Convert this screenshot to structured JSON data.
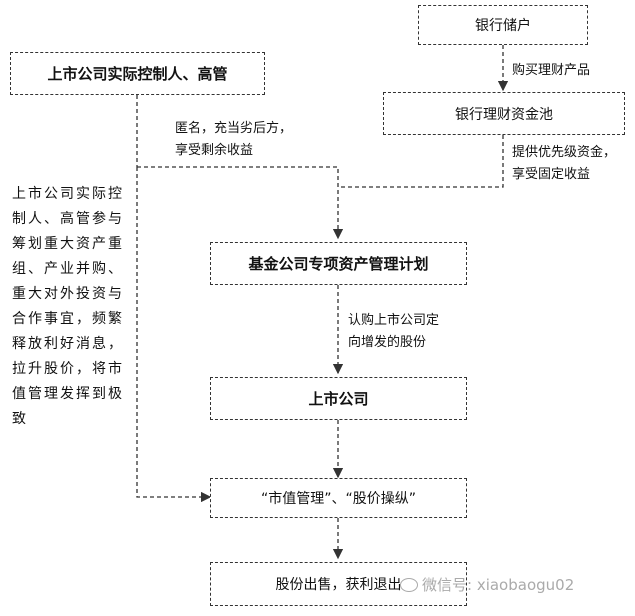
{
  "nodes": {
    "bank_depositors": "银行储户",
    "wealth_pool": "银行理财资金池",
    "controller": "上市公司实际控制人、高管",
    "fund_plan": "基金公司专项资产管理计划",
    "listed_company": "上市公司",
    "market_value": "“市值管理”、“股价操纵”",
    "sell_profit": "股份出售，获利退出"
  },
  "edges": {
    "buy_products": "购买理财产品",
    "priority_funds": "提供优先级资金，\n享受固定收益",
    "subordinated": "匿名，充当劣后方，\n享受剩余收益",
    "subscribe": "认购上市公司定\n向增发的股份"
  },
  "side_note": "上市公司实际控制人、高管参与筹划重大资产重组、产业并购、重大对外投资与合作事宜，频繁释放利好消息，拉升股价，将市值管理发挥到极致",
  "watermark": "微信号: xiaobaogu02"
}
